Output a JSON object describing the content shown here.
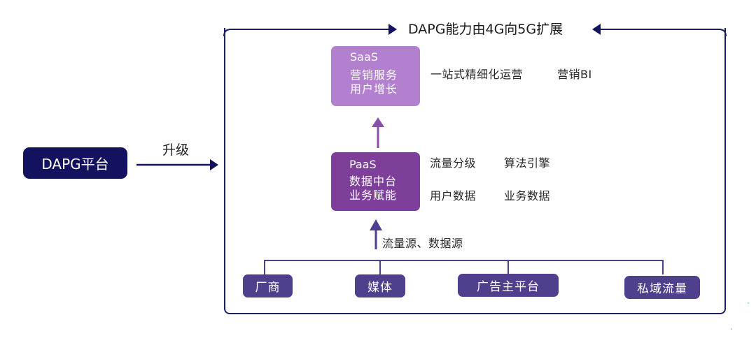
{
  "left": {
    "platform_label": "DAPG平台",
    "upgrade_label": "升级"
  },
  "title": "DAPG能力由4G向5G扩展",
  "saas": {
    "name": "SaaS",
    "lines": [
      "营销服务",
      "用户增长"
    ],
    "features": [
      "一站式精细化运营",
      "营销BI"
    ]
  },
  "paas": {
    "name": "PaaS",
    "lines": [
      "数据中台",
      "业务赋能"
    ],
    "features": [
      "流量分级",
      "算法引擎",
      "用户数据",
      "业务数据"
    ]
  },
  "source_label": "流量源、数据源",
  "sources": [
    "厂商",
    "媒体",
    "广告主平台",
    "私域流量"
  ],
  "colors": {
    "navy": "#12125e",
    "saas": "#b37fcf",
    "paas": "#7e3f9b",
    "source": "#4f3f8c"
  }
}
